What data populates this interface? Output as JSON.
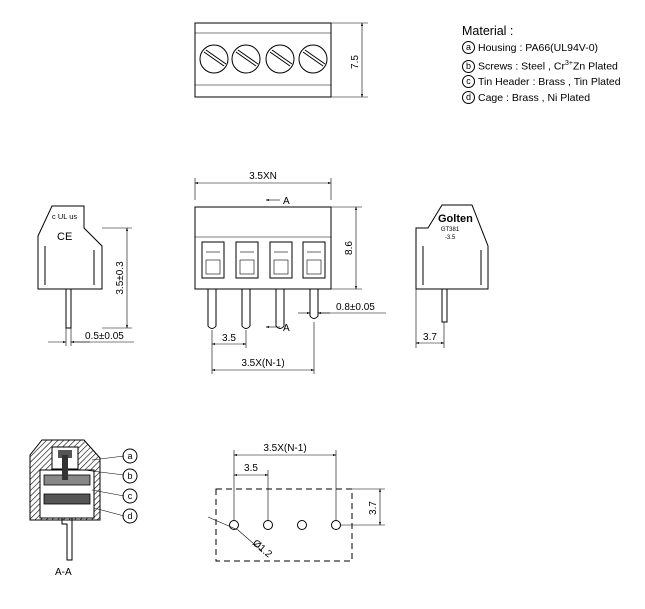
{
  "material": {
    "title": "Material :",
    "items": [
      {
        "key": "a",
        "pre": "Housing : PA66(UL94V-0)",
        "sup": "",
        "post": ""
      },
      {
        "key": "b",
        "pre": "Screws : Steel , Cr",
        "sup": "3+",
        "post": "Zn Plated"
      },
      {
        "key": "c",
        "pre": "Tin Header : Brass , Tin Plated",
        "sup": "",
        "post": ""
      },
      {
        "key": "d",
        "pre": "Cage : Brass , Ni Plated",
        "sup": "",
        "post": ""
      }
    ]
  },
  "dimensions": {
    "top_height": "7.5",
    "front_width": "3.5XN",
    "section_marker": "A",
    "front_height": "8.6",
    "pin_width": "0.8±0.05",
    "pitch": "3.5",
    "pitch_total": "3.5X(N-1)",
    "left_height": "3.5±0.3",
    "left_pin": "0.5±0.05",
    "right_pin": "3.7",
    "pcb_total": "3.5X(N-1)",
    "pcb_pitch": "3.5",
    "pcb_row": "3.7",
    "hole_dia": "Ø1.2"
  },
  "side_marks": {
    "ce": "CE",
    "ul": "c UL us",
    "brand": "Golten",
    "model": "GT381",
    "variant": "-3.5"
  },
  "section": {
    "view_label": "A-A",
    "callouts": [
      "a",
      "b",
      "c",
      "d"
    ]
  }
}
